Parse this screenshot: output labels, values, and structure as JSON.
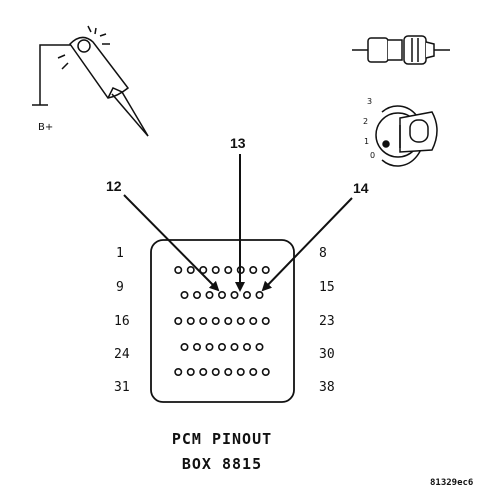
{
  "callouts": {
    "left": "12",
    "center": "13",
    "right": "14"
  },
  "pin_labels": {
    "left": [
      "1",
      "9",
      "16",
      "24",
      "31"
    ],
    "right": [
      "8",
      "15",
      "23",
      "30",
      "38"
    ]
  },
  "connector": {
    "row_pin_counts": [
      8,
      7,
      8,
      7,
      8
    ]
  },
  "title": {
    "line1": "PCM PINOUT",
    "line2": "BOX 8815"
  },
  "test_light": {
    "label": "B+"
  },
  "ignition": {
    "positions": [
      "3",
      "2",
      "1",
      "0"
    ]
  },
  "figure_ref": "81329ec6"
}
